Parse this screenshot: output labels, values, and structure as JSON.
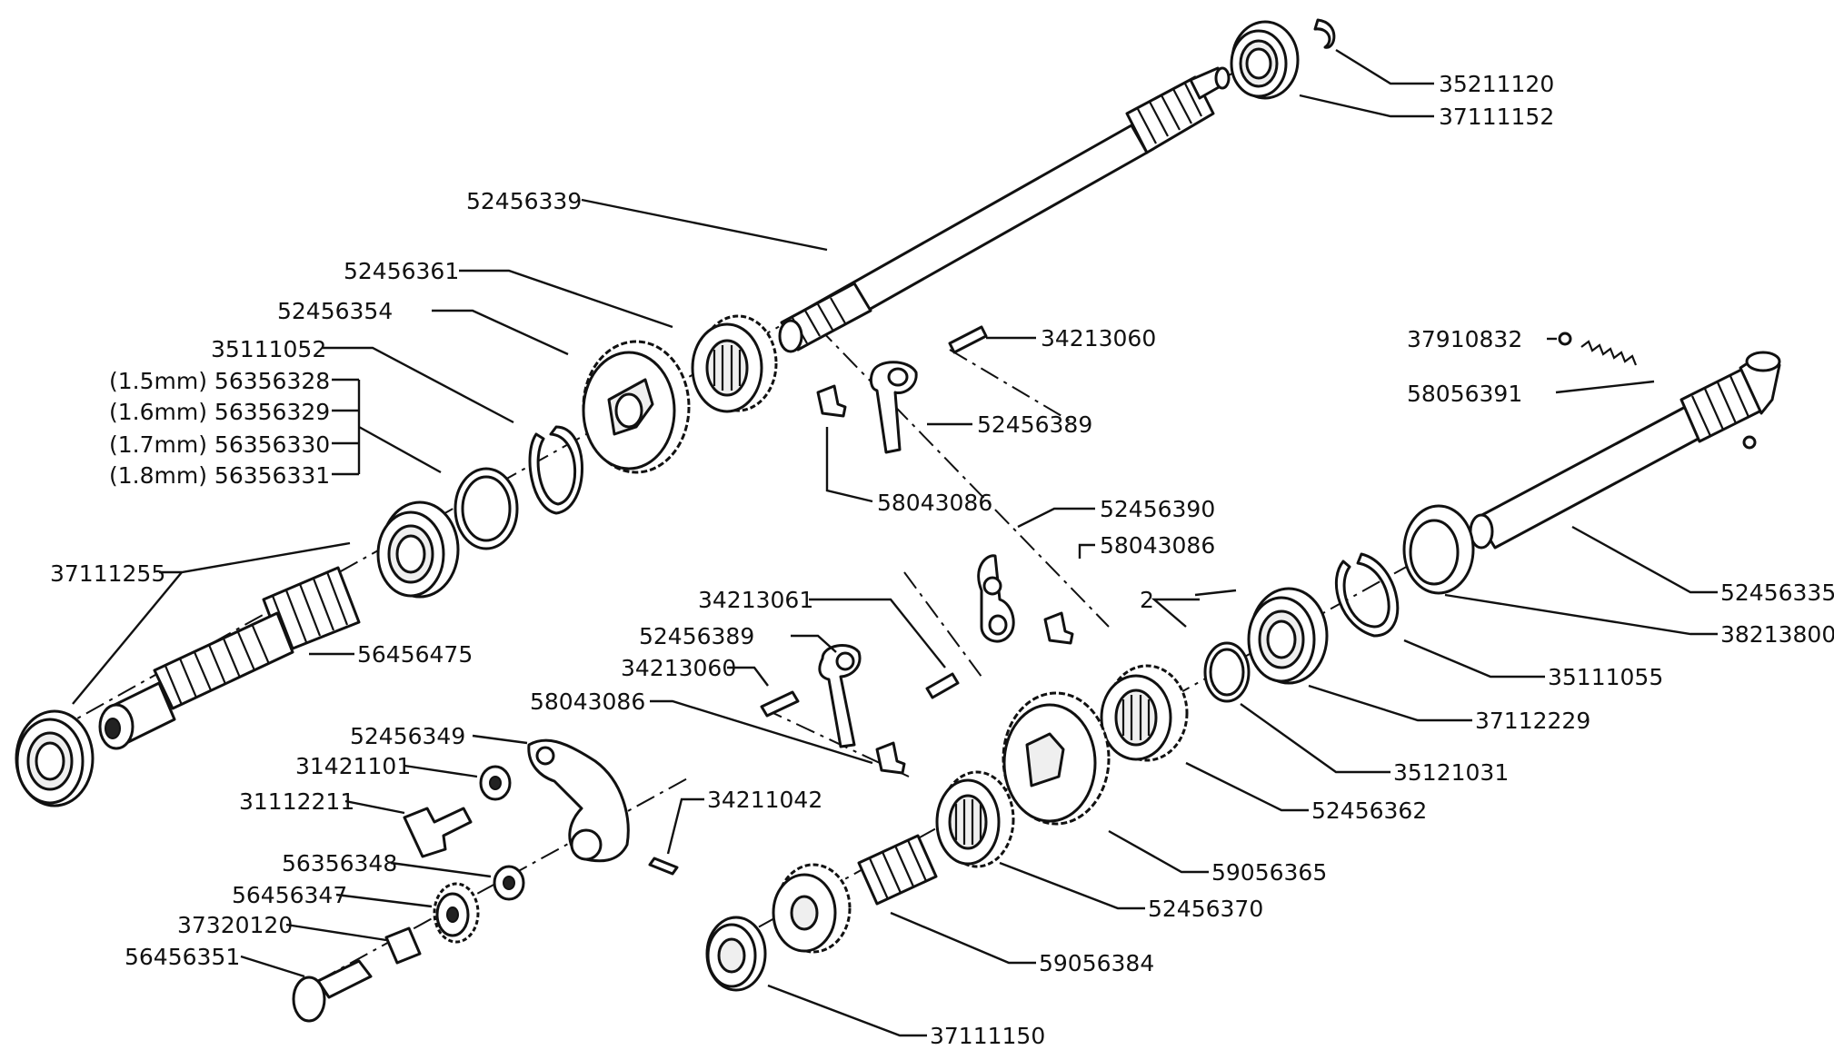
{
  "labels": {
    "p35211120": "35211120",
    "p37111152": "37111152",
    "p52456339": "52456339",
    "p52456361": "52456361",
    "p52456354": "52456354",
    "p35111052": "35111052",
    "p56356328": "(1.5mm)  56356328",
    "p56356329": "(1.6mm)  56356329",
    "p56356330": "(1.7mm)  56356330",
    "p56356331": "(1.8mm)  56356331",
    "p37111255": "37111255",
    "p56456475": "56456475",
    "p34213060_top": "34213060",
    "p52456389_top": "52456389",
    "p58043086_top": "58043086",
    "p37910832": "37910832",
    "p58056391": "58056391",
    "p52456335": "52456335",
    "p52456390": "52456390",
    "p58043086_mid": "58043086",
    "p2": "2",
    "p38213800": "38213800",
    "p35111055": "35111055",
    "p37112229": "37112229",
    "p35121031": "35121031",
    "p52456362": "52456362",
    "p59056365": "59056365",
    "p52456370": "52456370",
    "p59056384": "59056384",
    "p37111150": "37111150",
    "p34213061": "34213061",
    "p52456389_mid": "52456389",
    "p34213060_mid": "34213060",
    "p58043086_low": "58043086",
    "p52456349": "52456349",
    "p31421101": "31421101",
    "p31112211": "31112211",
    "p34211042": "34211042",
    "p56356348": "56356348",
    "p56456347": "56456347",
    "p37320120": "37320120",
    "p56456351": "56456351"
  }
}
